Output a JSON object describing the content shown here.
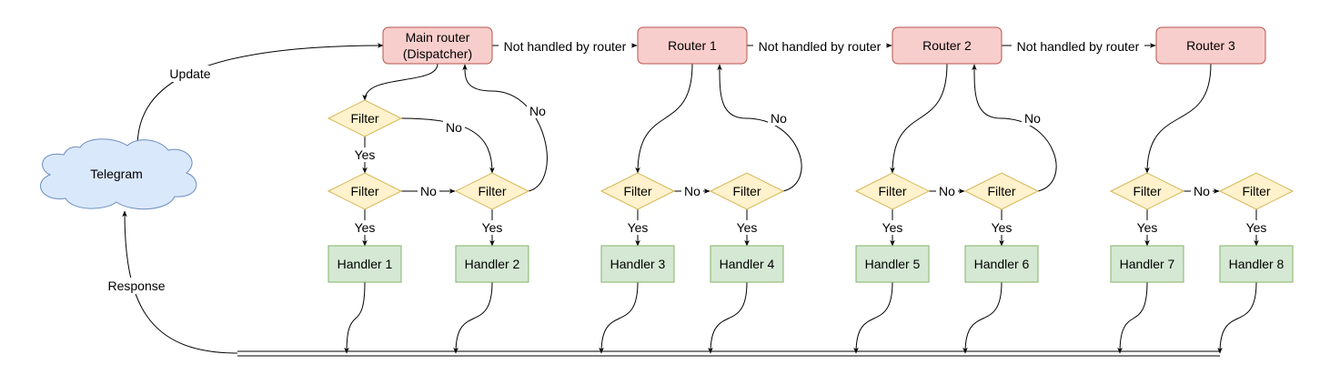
{
  "colors": {
    "router_fill": "#f8cecc",
    "router_stroke": "#b85450",
    "filter_fill": "#fff2cc",
    "filter_stroke": "#d6b656",
    "handler_fill": "#d5e8d4",
    "handler_stroke": "#82b366",
    "cloud_fill": "#dae8fc",
    "cloud_stroke": "#6c8ebf"
  },
  "telegram": {
    "label": "Telegram"
  },
  "edge_labels": {
    "update": "Update",
    "response": "Response",
    "not_handled_1": "Not handled by router",
    "not_handled_2": "Not handled by router",
    "not_handled_3": "Not handled by router",
    "main_yes": "Yes",
    "main_no_top": "No",
    "main_no_mid": "No",
    "main_no_back": "No",
    "main_yes_1": "Yes",
    "main_yes_2": "Yes",
    "r1_no": "No",
    "r1_no_back": "No",
    "r1_yes_1": "Yes",
    "r1_yes_2": "Yes",
    "r2_no": "No",
    "r2_no_back": "No",
    "r2_yes_1": "Yes",
    "r2_yes_2": "Yes",
    "r3_no": "No",
    "r3_yes_1": "Yes",
    "r3_yes_2": "Yes"
  },
  "routers": {
    "main_line1": "Main router",
    "main_line2": "(Dispatcher)",
    "r1": "Router 1",
    "r2": "Router 2",
    "r3": "Router 3"
  },
  "filters": {
    "f1": "Filter",
    "f2": "Filter",
    "f3": "Filter",
    "f4": "Filter",
    "f5": "Filter",
    "f6": "Filter",
    "f7": "Filter",
    "f8": "Filter",
    "f9": "Filter"
  },
  "handlers": {
    "h1": "Handler 1",
    "h2": "Handler 2",
    "h3": "Handler 3",
    "h4": "Handler 4",
    "h5": "Handler 5",
    "h6": "Handler 6",
    "h7": "Handler 7",
    "h8": "Handler 8"
  }
}
